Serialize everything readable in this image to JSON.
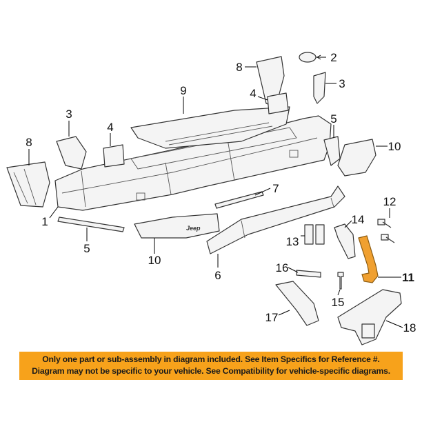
{
  "callouts": [
    "8",
    "2",
    "3",
    "4",
    "9",
    "3",
    "4",
    "5",
    "10",
    "8",
    "7",
    "12",
    "1",
    "14",
    "5",
    "13",
    "10",
    "6",
    "16",
    "11",
    "15",
    "17",
    "18"
  ],
  "highlighted_part": "11",
  "emblem": "Jeep",
  "banner": {
    "line1": "Only one part or sub-assembly in diagram included. See Item Specifics for Reference #.",
    "line2": "Diagram may not be specific to your vehicle. See Compatibility for vehicle-specific diagrams."
  },
  "colors": {
    "banner": "#f7a21b",
    "highlight": "#f0a030"
  }
}
